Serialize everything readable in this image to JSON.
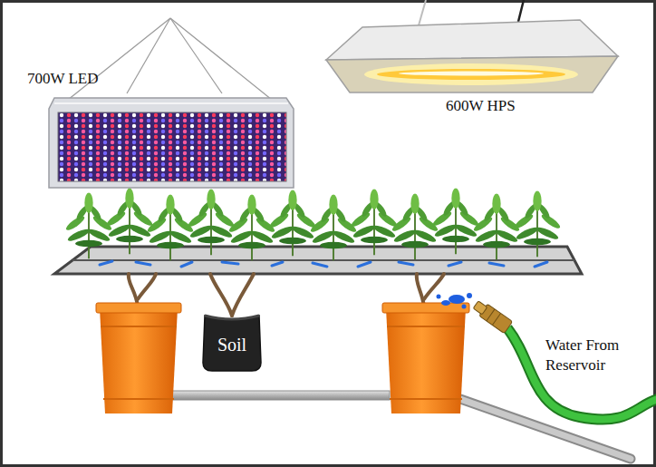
{
  "diagram": {
    "nodes": [
      {
        "text": [
          "Soil"
        ]
      }
    ],
    "labels": [
      "700W LED",
      "600W HPS",
      "Water From Reservoir"
    ]
  }
}
